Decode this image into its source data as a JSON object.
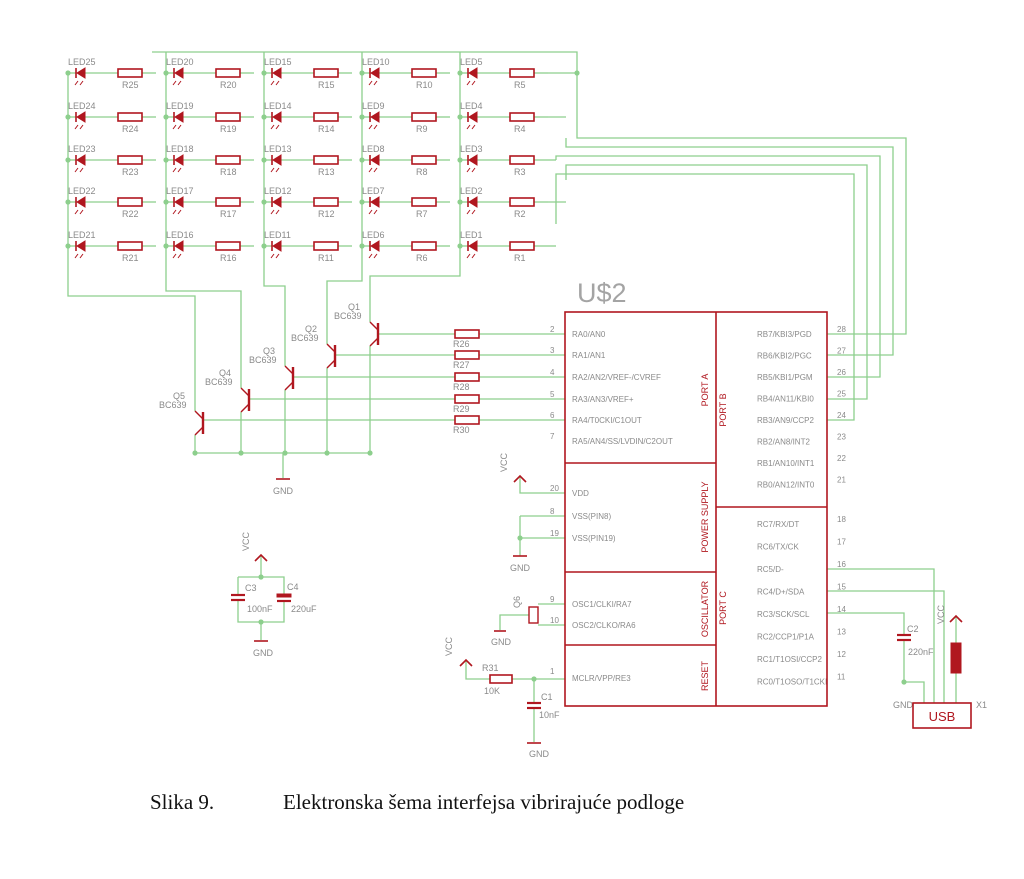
{
  "chip": {
    "name": "U$2",
    "port_a": {
      "section": "PORT A",
      "pins": [
        {
          "num": "2",
          "name": "RA0/AN0"
        },
        {
          "num": "3",
          "name": "RA1/AN1"
        },
        {
          "num": "4",
          "name": "RA2/AN2/VREF-/CVREF"
        },
        {
          "num": "5",
          "name": "RA3/AN3/VREF+"
        },
        {
          "num": "6",
          "name": "RA4/T0CKI/C1OUT"
        },
        {
          "num": "7",
          "name": "RA5/AN4/SS/LVDIN/C2OUT"
        }
      ]
    },
    "port_b": {
      "section": "PORT B",
      "pins": [
        {
          "num": "28",
          "name": "RB7/KBI3/PGD"
        },
        {
          "num": "27",
          "name": "RB6/KBI2/PGC"
        },
        {
          "num": "26",
          "name": "RB5/KBI1/PGM"
        },
        {
          "num": "25",
          "name": "RB4/AN11/KBI0"
        },
        {
          "num": "24",
          "name": "RB3/AN9/CCP2"
        },
        {
          "num": "23",
          "name": "RB2/AN8/INT2"
        },
        {
          "num": "22",
          "name": "RB1/AN10/INT1"
        },
        {
          "num": "21",
          "name": "RB0/AN12/INT0"
        }
      ]
    },
    "power": {
      "section": "POWER SUPPLY",
      "pins": [
        {
          "num": "20",
          "name": "VDD"
        },
        {
          "num": "8",
          "name": "VSS(PIN8)"
        },
        {
          "num": "19",
          "name": "VSS(PIN19)"
        }
      ]
    },
    "oscillator": {
      "section": "OSCILLATOR",
      "pins": [
        {
          "num": "9",
          "name": "OSC1/CLKI/RA7"
        },
        {
          "num": "10",
          "name": "OSC2/CLKO/RA6"
        }
      ]
    },
    "port_c": {
      "section": "PORT C",
      "pins": [
        {
          "num": "18",
          "name": "RC7/RX/DT"
        },
        {
          "num": "17",
          "name": "RC6/TX/CK"
        },
        {
          "num": "16",
          "name": "RC5/D-"
        },
        {
          "num": "15",
          "name": "RC4/D+/SDA"
        },
        {
          "num": "14",
          "name": "RC3/SCK/SCL"
        },
        {
          "num": "13",
          "name": "RC2/CCP1/P1A"
        },
        {
          "num": "12",
          "name": "RC1/T1OSI/CCP2"
        },
        {
          "num": "11",
          "name": "RC0/T1OSO/T1CKI"
        }
      ]
    },
    "reset": {
      "section": "RESET",
      "pins": [
        {
          "num": "1",
          "name": "MCLR/VPP/RE3"
        }
      ]
    }
  },
  "led_matrix": {
    "rows": [
      [
        {
          "led": "LED25",
          "r": "R25"
        },
        {
          "led": "LED20",
          "r": "R20"
        },
        {
          "led": "LED15",
          "r": "R15"
        },
        {
          "led": "LED10",
          "r": "R10"
        },
        {
          "led": "LED5",
          "r": "R5"
        }
      ],
      [
        {
          "led": "LED24",
          "r": "R24"
        },
        {
          "led": "LED19",
          "r": "R19"
        },
        {
          "led": "LED14",
          "r": "R14"
        },
        {
          "led": "LED9",
          "r": "R9"
        },
        {
          "led": "LED4",
          "r": "R4"
        }
      ],
      [
        {
          "led": "LED23",
          "r": "R23"
        },
        {
          "led": "LED18",
          "r": "R18"
        },
        {
          "led": "LED13",
          "r": "R13"
        },
        {
          "led": "LED8",
          "r": "R8"
        },
        {
          "led": "LED3",
          "r": "R3"
        }
      ],
      [
        {
          "led": "LED22",
          "r": "R22"
        },
        {
          "led": "LED17",
          "r": "R17"
        },
        {
          "led": "LED12",
          "r": "R12"
        },
        {
          "led": "LED7",
          "r": "R7"
        },
        {
          "led": "LED2",
          "r": "R2"
        }
      ],
      [
        {
          "led": "LED21",
          "r": "R21"
        },
        {
          "led": "LED16",
          "r": "R16"
        },
        {
          "led": "LED11",
          "r": "R11"
        },
        {
          "led": "LED6",
          "r": "R6"
        },
        {
          "led": "LED1",
          "r": "R1"
        }
      ]
    ]
  },
  "transistors": [
    {
      "name": "Q5",
      "type": "BC639"
    },
    {
      "name": "Q4",
      "type": "BC639"
    },
    {
      "name": "Q3",
      "type": "BC639"
    },
    {
      "name": "Q2",
      "type": "BC639"
    },
    {
      "name": "Q1",
      "type": "BC639"
    }
  ],
  "base_resistors": [
    "R26",
    "R27",
    "R28",
    "R29",
    "R30"
  ],
  "labels": {
    "gnd": "GND",
    "vcc": "VCC",
    "c3": "C3",
    "c3_val": "100nF",
    "c4": "C4",
    "c4_val": "220uF",
    "c2": "C2",
    "c2_val": "220nF",
    "c1": "C1",
    "c1_val": "10nF",
    "r31": "R31",
    "r31_val": "10K",
    "q_crystal": "Q6",
    "usb": "USB",
    "usb_ref": "X1"
  },
  "caption": {
    "number": "Slika 9.",
    "text": "Elektronska šema interfejsa vibrirajuće podloge"
  },
  "colors": {
    "wire": "#8dcf8d",
    "part": "#b0171f",
    "label": "#8a8a8a",
    "outline": "#b0171f"
  }
}
